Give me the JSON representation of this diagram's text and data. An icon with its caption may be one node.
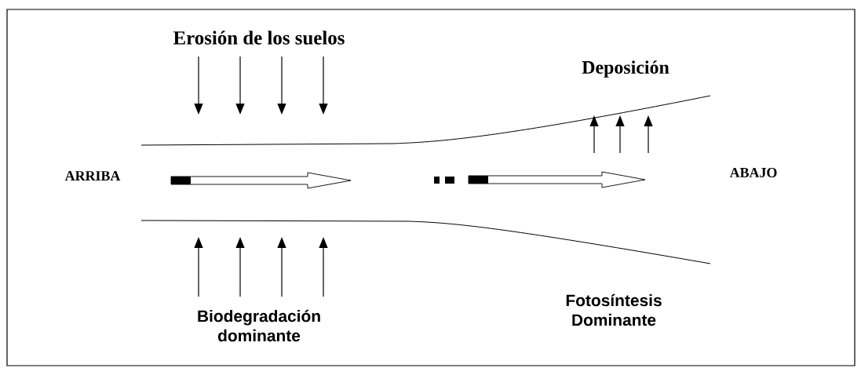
{
  "diagram": {
    "labels": [
      "Erosión de los suelos",
      "Deposición",
      "ARRIBA",
      "ABAJO",
      "Fotosíntesis Dominante",
      "Biodegradación dominante"
    ]
  }
}
